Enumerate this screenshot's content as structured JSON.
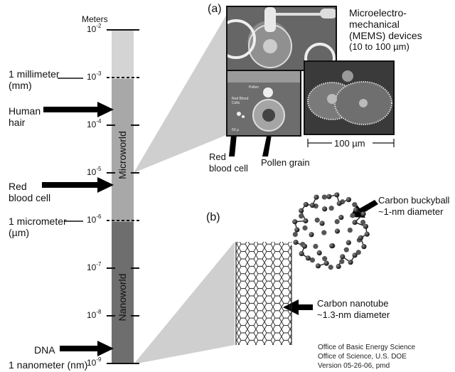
{
  "scale": {
    "unit_label": "Meters",
    "ticks": [
      {
        "base": "10",
        "exp": "-2",
        "style": "solid"
      },
      {
        "base": "10",
        "exp": "-3",
        "style": "dashed"
      },
      {
        "base": "10",
        "exp": "-4",
        "style": "solid"
      },
      {
        "base": "10",
        "exp": "-5",
        "style": "solid"
      },
      {
        "base": "10",
        "exp": "-6",
        "style": "dashed"
      },
      {
        "base": "10",
        "exp": "-7",
        "style": "solid"
      },
      {
        "base": "10",
        "exp": "-8",
        "style": "solid"
      },
      {
        "base": "10",
        "exp": "-9",
        "style": "solid"
      }
    ],
    "regions": [
      {
        "name": "Microworld",
        "from_exp": -3,
        "to_exp": -6
      },
      {
        "name": "Nanoworld",
        "from_exp": -6,
        "to_exp": -9
      }
    ],
    "colors": {
      "top": "#d4d4d4",
      "micro": "#a8a8a8",
      "nano": "#6e6e6e"
    }
  },
  "left_labels": {
    "millimeter": {
      "line1": "1 millimeter",
      "line2": "(mm)"
    },
    "human_hair": {
      "line1": "Human",
      "line2": "hair"
    },
    "red_blood_cell": {
      "line1": "Red",
      "line2": "blood cell"
    },
    "micrometer": {
      "line1": "1 micrometer",
      "line2": "(µm)"
    },
    "dna": "DNA",
    "nanometer": "1 nanometer (nm)"
  },
  "panel_a": {
    "label": "(a)",
    "title_lines": [
      "Microelectro-",
      "mechanical",
      "(MEMS) devices",
      "(10 to 100 µm)"
    ],
    "photo_texts": {
      "pollen": "Pollen",
      "rbc": "Red Blood",
      "rbc2": "Cells",
      "scale": "50 µ"
    },
    "pointer_red_blood_cell": {
      "line1": "Red",
      "line2": "blood cell"
    },
    "pointer_pollen": "Pollen grain",
    "scale_bar": "100 µm"
  },
  "panel_b": {
    "label": "(b)",
    "buckyball": {
      "line1": "Carbon buckyball",
      "line2": "~1-nm diameter"
    },
    "nanotube": {
      "line1": "Carbon nanotube",
      "line2": "~1.3-nm diameter"
    }
  },
  "credits": [
    "Office of Basic Energy Science",
    "Office of Science, U.S. DOE",
    "Version 05-26-06, pmd"
  ]
}
